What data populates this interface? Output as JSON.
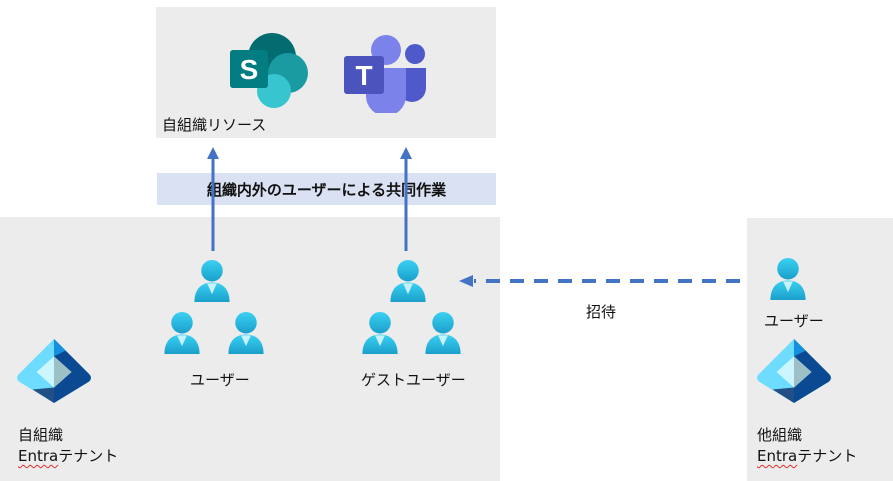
{
  "resources": {
    "label": "自組織リソース",
    "apps": [
      {
        "name": "SharePoint",
        "glyph": "S",
        "icon": "sharepoint-icon"
      },
      {
        "name": "Teams",
        "glyph": "T",
        "icon": "teams-icon"
      }
    ]
  },
  "collaboration_banner": "組織内外のユーザーによる共同作業",
  "own_tenant": {
    "users_label": "ユーザー",
    "guest_users_label": "ゲストユーザー",
    "tenant_line1": "自組織",
    "tenant_line2_en": "Entra",
    "tenant_line2_jp": "テナント"
  },
  "invite_label": "招待",
  "other_tenant": {
    "user_label": "ユーザー",
    "tenant_line1": "他組織",
    "tenant_line2_en": "Entra",
    "tenant_line2_jp": "テナント"
  },
  "colors": {
    "arrow": "#4472c4",
    "panel": "#ececec",
    "banner": "#d9e1f2",
    "user_icon": "#32bfe6",
    "sharepoint": "#038387",
    "teams": "#5059c9"
  }
}
